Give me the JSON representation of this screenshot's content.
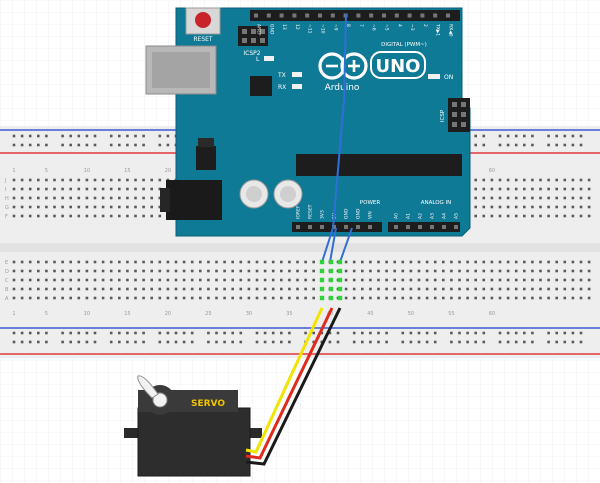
{
  "arduino": {
    "reset_label": "RESET",
    "icsp2_label": "ICSP2",
    "icsp_label": "ICSP",
    "l_label": "L",
    "tx_label": "TX",
    "rx_label": "RX",
    "on_label": "ON",
    "brand": "Arduino",
    "model": "UNO",
    "digital_label": "DIGITAL (PWM~)",
    "power_label": "POWER",
    "analog_label": "ANALOG IN",
    "digital_pins": [
      "AREF",
      "GND",
      "13",
      "12",
      "~11",
      "~10",
      "~9",
      "8",
      "7",
      "~6",
      "~5",
      "4",
      "~3",
      "2",
      "TX▶1",
      "RX◀0"
    ],
    "power_pins": [
      "IOREF",
      "RESET",
      "3V3",
      "5V",
      "GND",
      "GND",
      "VIN"
    ],
    "analog_pins": [
      "A0",
      "A1",
      "A2",
      "A3",
      "A4",
      "A5"
    ]
  },
  "breadboard": {
    "column_numbers": [
      "1",
      "5",
      "10",
      "15",
      "20",
      "25",
      "30",
      "35",
      "40",
      "45",
      "50",
      "55",
      "60"
    ],
    "row_letters_top": [
      "J",
      "I",
      "H",
      "G",
      "F"
    ],
    "row_letters_bottom": [
      "E",
      "D",
      "C",
      "B",
      "A"
    ]
  },
  "servo": {
    "label": "SERVO"
  },
  "colors": {
    "board": "#0f7a96",
    "wire_signal": "#2f6fd6",
    "wire_power": "#2f6fd6",
    "servo_signal": "#f2e400",
    "servo_power": "#e02a1c",
    "servo_ground": "#1a1a1a",
    "rail_red": "#e03a3a",
    "rail_blue": "#3a5ad0"
  }
}
